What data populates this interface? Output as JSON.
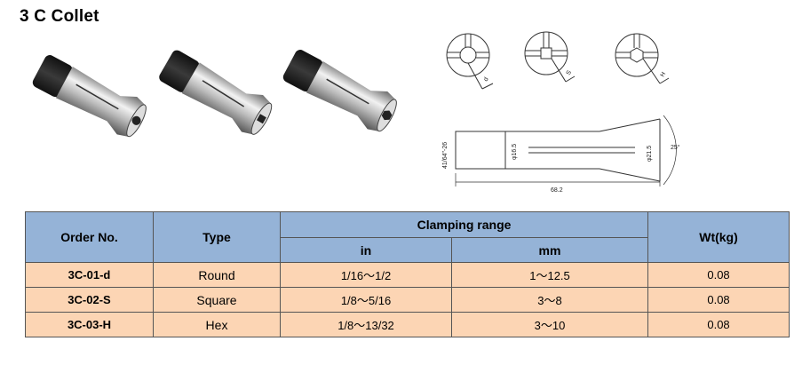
{
  "title": "3 C Collet",
  "table": {
    "headers": {
      "order": "Order   No.",
      "type": "Type",
      "clamping": "Clamping range",
      "in": "in",
      "mm": "mm",
      "wt": "Wt(kg)"
    },
    "rows": [
      {
        "order": "3C-01-d",
        "type": "Round",
        "in": "1/16～1/2",
        "mm": "1～12.5",
        "wt": "0.08"
      },
      {
        "order": "3C-02-S",
        "type": "Square",
        "in": "1/8～5/16",
        "mm": "3～8",
        "wt": "0.08"
      },
      {
        "order": "3C-03-H",
        "type": "Hex",
        "in": "1/8～13/32",
        "mm": "3～10",
        "wt": "0.08"
      }
    ]
  },
  "drawing": {
    "dim_d": "d",
    "dim_s": "S",
    "dim_h": "H",
    "dim_thread": "41/64\"-26",
    "dim_bore": "φ16.5",
    "dim_outer": "φ21.5",
    "dim_angle": "25°",
    "dim_length": "68.2"
  },
  "colors": {
    "header": "#95b3d7",
    "row": "#fcd5b4"
  }
}
